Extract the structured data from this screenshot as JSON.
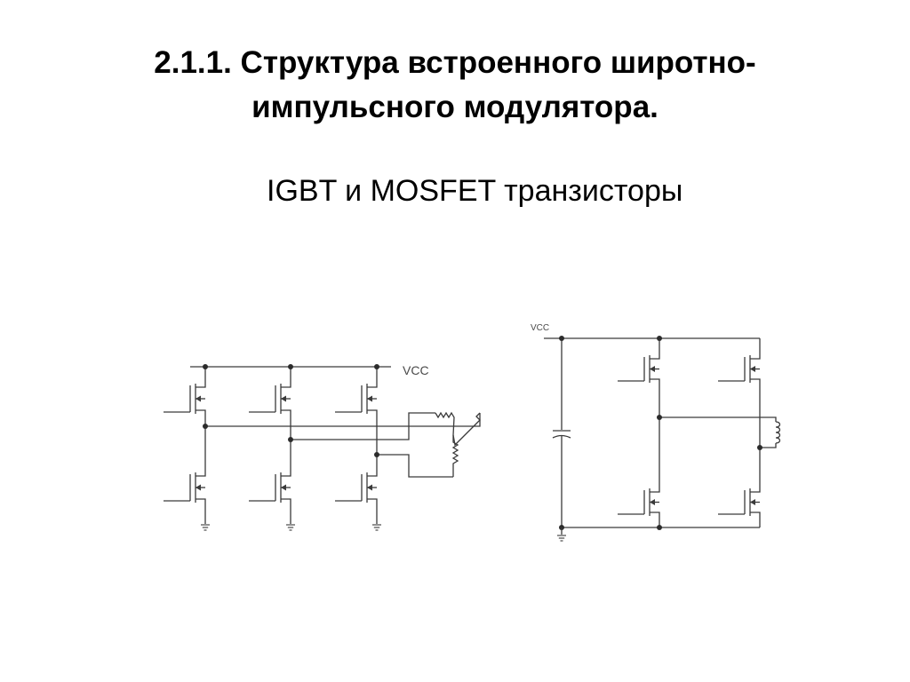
{
  "slide": {
    "title_line1": "2.1.1. Структура встроенного широтно-",
    "title_line2": "импульсного модулятора.",
    "subtitle": "IGBT и MOSFET транзисторы"
  },
  "left_diagram": {
    "supply_label": "VCC"
  },
  "right_diagram": {
    "supply_label": "VCC"
  },
  "colors": {
    "background": "#ffffff",
    "text": "#000000",
    "wire": "#3a3a3a"
  }
}
